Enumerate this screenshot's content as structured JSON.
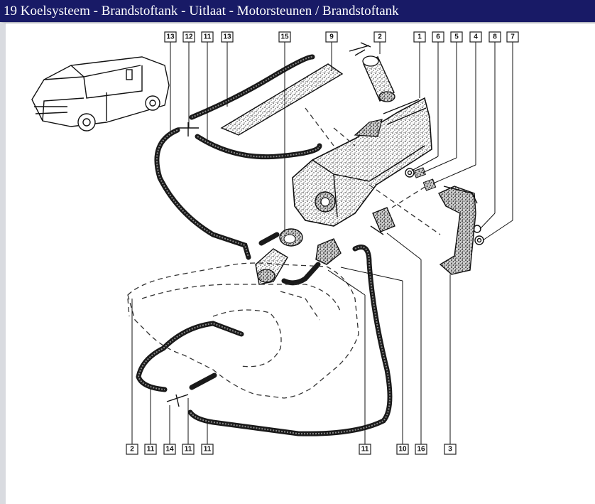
{
  "title": "19 Koelsysteem - Brandstoftank - Uitlaat - Motorsteunen / Brandstoftank",
  "callouts": [
    {
      "label": "13"
    },
    {
      "label": "12"
    },
    {
      "label": "11"
    },
    {
      "label": "13"
    },
    {
      "label": "15"
    },
    {
      "label": "9"
    },
    {
      "label": "2"
    },
    {
      "label": "1"
    },
    {
      "label": "6"
    },
    {
      "label": "5"
    },
    {
      "label": "4"
    },
    {
      "label": "8"
    },
    {
      "label": "7"
    },
    {
      "label": "2"
    },
    {
      "label": "11"
    },
    {
      "label": "14"
    },
    {
      "label": "11"
    },
    {
      "label": "11"
    },
    {
      "label": "11"
    },
    {
      "label": "10"
    },
    {
      "label": "16"
    },
    {
      "label": "3"
    }
  ]
}
